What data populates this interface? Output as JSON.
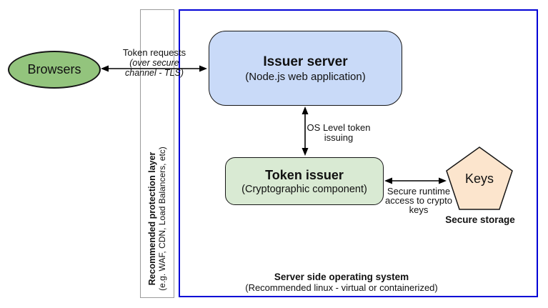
{
  "colors": {
    "browsers_fill": "#93c47d",
    "issuer_fill": "#c9daf8",
    "token_fill": "#d9ead3",
    "keys_fill": "#fce5cd",
    "system_border": "#0101d6",
    "bar_border": "#9b9b9b"
  },
  "nodes": {
    "browsers": {
      "label": "Browsers"
    },
    "issuer_server": {
      "title": "Issuer server",
      "subtitle": "(Node.js web application)"
    },
    "token_issuer": {
      "title": "Token issuer",
      "subtitle": "(Cryptographic component)"
    },
    "keys": {
      "label": "Keys",
      "caption": "Secure storage"
    }
  },
  "edges": {
    "browsers_issuer": {
      "label": "Token requests",
      "sublabel": "(over secure\nchannel - TLS)"
    },
    "issuer_token": {
      "label": "OS Level token\nissuing"
    },
    "token_keys": {
      "label": "Secure runtime\naccess to crypto\nkeys"
    }
  },
  "containers": {
    "protection_layer": {
      "title": "Recommended protection layer",
      "subtitle": "(e.g. WAF, CDN, Load Balancers, etc)"
    },
    "operating_system": {
      "title": "Server side operating system",
      "subtitle": "(Recommended linux - virtual or containerized)"
    }
  }
}
